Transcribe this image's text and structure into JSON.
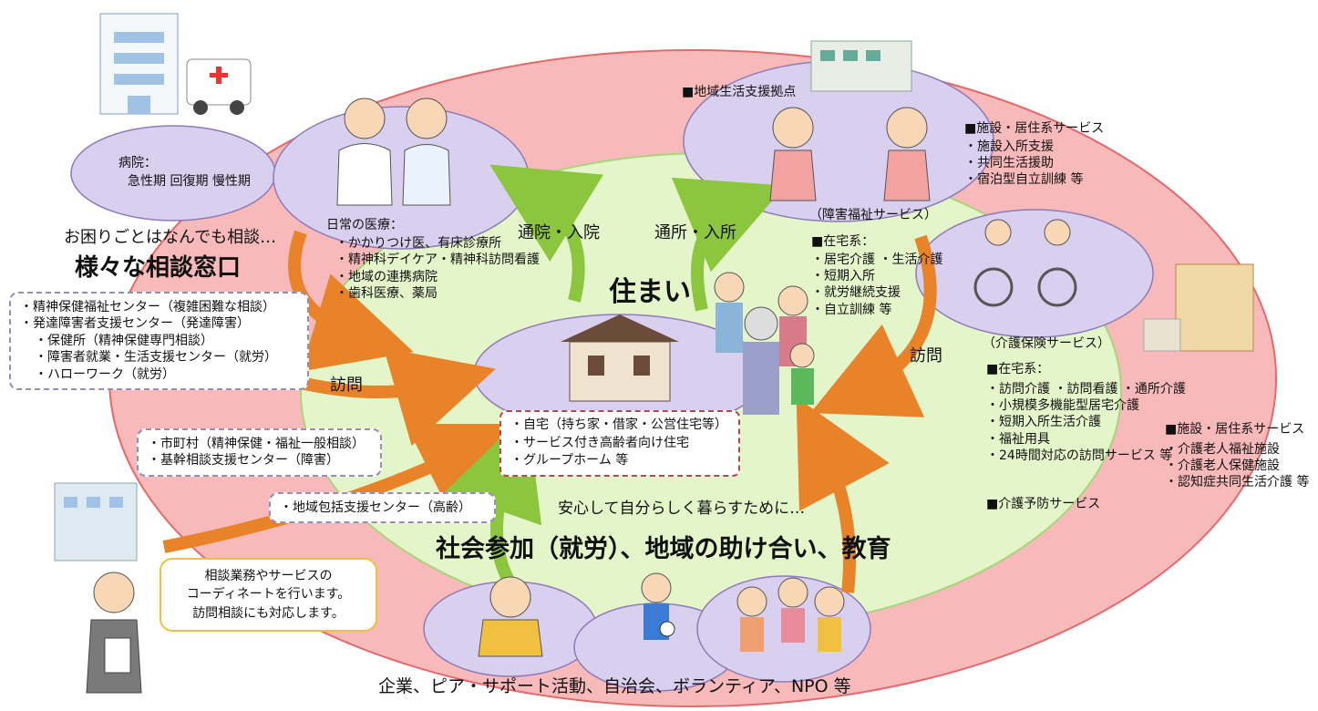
{
  "hospital": {
    "title": "病院：",
    "line": "急性期 回復期 慢性期"
  },
  "consult": {
    "lead": "お困りごとはなんでも相談…",
    "title": "様々な相談窓口",
    "items": [
      "・精神保健福祉センター（複雑困難な相談）",
      "・発達障害者支援センター（発達障害）",
      "・保健所（精神保健専門相談）",
      "・障害者就業・生活支援センター（就労）",
      "・ハローワーク（就労）"
    ],
    "items2": [
      "・市町村（精神保健・福祉一般相談）",
      "・基幹相談支援センター（障害）"
    ],
    "item3": "・地域包括支援センター（高齢）"
  },
  "medical": {
    "title": "日常の医療：",
    "items": [
      "・かかりつけ医、有床診療所",
      "・精神科デイケア・精神科訪問看護",
      "・地域の連携病院",
      "・歯科医療、薬局"
    ]
  },
  "arrows": {
    "tsuin": "通院・入院",
    "tsusho": "通所・入所",
    "houmon_left": "訪問",
    "houmon_right": "訪問"
  },
  "center": {
    "title": "住まい",
    "items": [
      "・自宅（持ち家・借家・公営住宅等）",
      "・サービス付き高齢者向け住宅",
      "・グループホーム 等"
    ]
  },
  "welfare": {
    "base": "■地域生活支援拠点",
    "label": "（障害福祉サービス）",
    "facility_head": "■施設・居住系サービス",
    "facility": [
      "・施設入所支援",
      "・共同生活援助",
      "・宿泊型自立訓練 等"
    ],
    "home_head": "■在宅系：",
    "home": [
      "・居宅介護 ・生活介護",
      "・短期入所",
      "・就労継続支援",
      "・自立訓練 等"
    ]
  },
  "care": {
    "label": "（介護保険サービス）",
    "home_head": "■在宅系：",
    "home": [
      "・訪問介護 ・訪問看護 ・通所介護",
      "・小規模多機能型居宅介護",
      "・短期入所生活介護",
      "・福祉用具",
      "・24時間対応の訪問サービス 等"
    ],
    "prevent": "■介護予防サービス",
    "facility_head": "■施設・居住系サービス",
    "facility": [
      "・介護老人福祉施設",
      "・介護老人保健施設",
      "・認知症共同生活介護 等"
    ]
  },
  "social": {
    "lead": "安心して自分らしく暮らすために…",
    "title": "社会参加（就労）、地域の助け合い、教育",
    "bottom": "企業、ピア・サポート活動、自治会、ボランティア、NPO 等"
  },
  "coordinator": {
    "lines": [
      "相談業務やサービスの",
      "コーディネートを行います。",
      "訪問相談にも対応します。"
    ]
  },
  "colors": {
    "outer": "#f7b9b9",
    "inner": "#e3f5c9",
    "oval": "#d9cfee",
    "arrow_orange": "#e8832a",
    "arrow_green": "#8cc63f"
  },
  "icons": [
    "hospital-icon",
    "ambulance-icon",
    "doctor-icon",
    "nurse-icon",
    "house-icon",
    "family-icon",
    "care-worker-icon",
    "wheelchair-icon",
    "care-facility-icon",
    "office-building-icon",
    "staff-woman-icon",
    "elderly-man-icon",
    "child-icon",
    "women-group-icon"
  ]
}
